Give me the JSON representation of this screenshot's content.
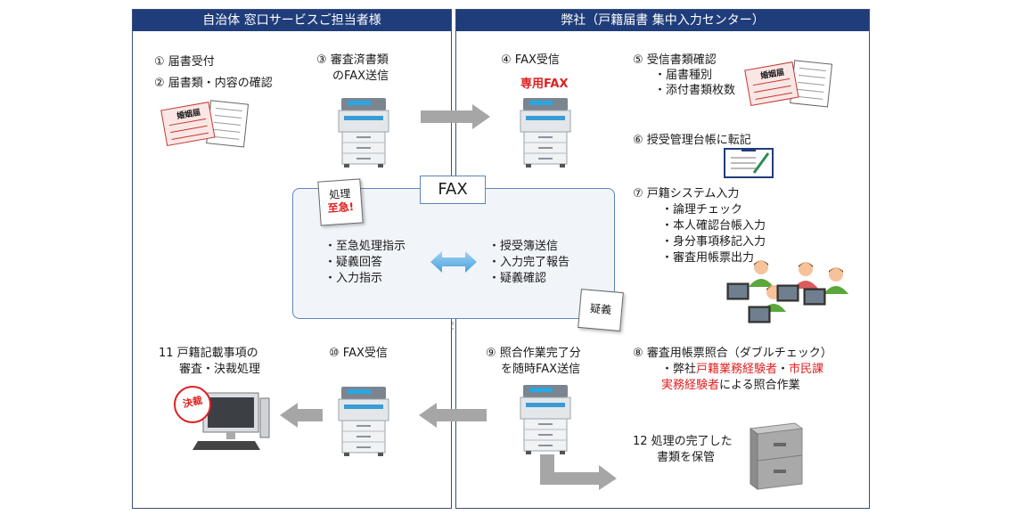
{
  "left_panel": {
    "title": "自治体 窓口サービスご担当者様",
    "step1": "① 届書受付",
    "step2": "② 届書類・内容の確認",
    "step3": [
      "③ 審査済書類",
      "のFAX送信"
    ],
    "step10": "⑩ FAX受信",
    "step11": [
      "11 戸籍記載事項の",
      "審査・決裁処理"
    ]
  },
  "right_panel": {
    "title": "弊社（戸籍届書 集中入力センター）",
    "step4": "④ FAX受信",
    "dedicated_fax": "専用FAX",
    "step5": [
      "⑤ 受信書類確認",
      "・届書種別",
      "・添付書類枚数"
    ],
    "step6": "⑥ 授受管理台帳に転記",
    "step7": [
      "⑦ 戸籍システム入力",
      "・論理チェック",
      "・本人確認台帳入力",
      "・身分事項移記入力",
      "・審査用帳票出力"
    ],
    "step8": {
      "line1": "⑧ 審査用帳票照合（ダブルチェック）",
      "line2_prefix": "・弊社",
      "line2_red1": "戸籍業務経験者",
      "line2_sep": "・",
      "line2_red2": "市民課",
      "line3_red": "実務経験者",
      "line3_suffix": "による照合作業"
    },
    "step9": [
      "⑨ 照合作業完了分",
      "を随時FAX送信"
    ],
    "step12": [
      "12 処理の完了した",
      "書類を保管"
    ]
  },
  "fax_section": {
    "label": "FAX",
    "note_urgent": [
      "処理",
      "至急!"
    ],
    "left_items": [
      "・至急処理指示",
      "・疑義回答",
      "・入力指示"
    ],
    "right_items": [
      "・授受簿送信",
      "・入力完了報告",
      "・疑義確認"
    ],
    "note_question": "疑義"
  },
  "document_icon_text": "婚姻届",
  "seal_text": "決裁",
  "colors": {
    "header_bg": "#1f3d7a",
    "accent_red": "#e02020",
    "arrow_gray": "#a6a6a6",
    "fax_box_bg": "#f1f5fa",
    "fax_box_border": "#5d84bb"
  }
}
